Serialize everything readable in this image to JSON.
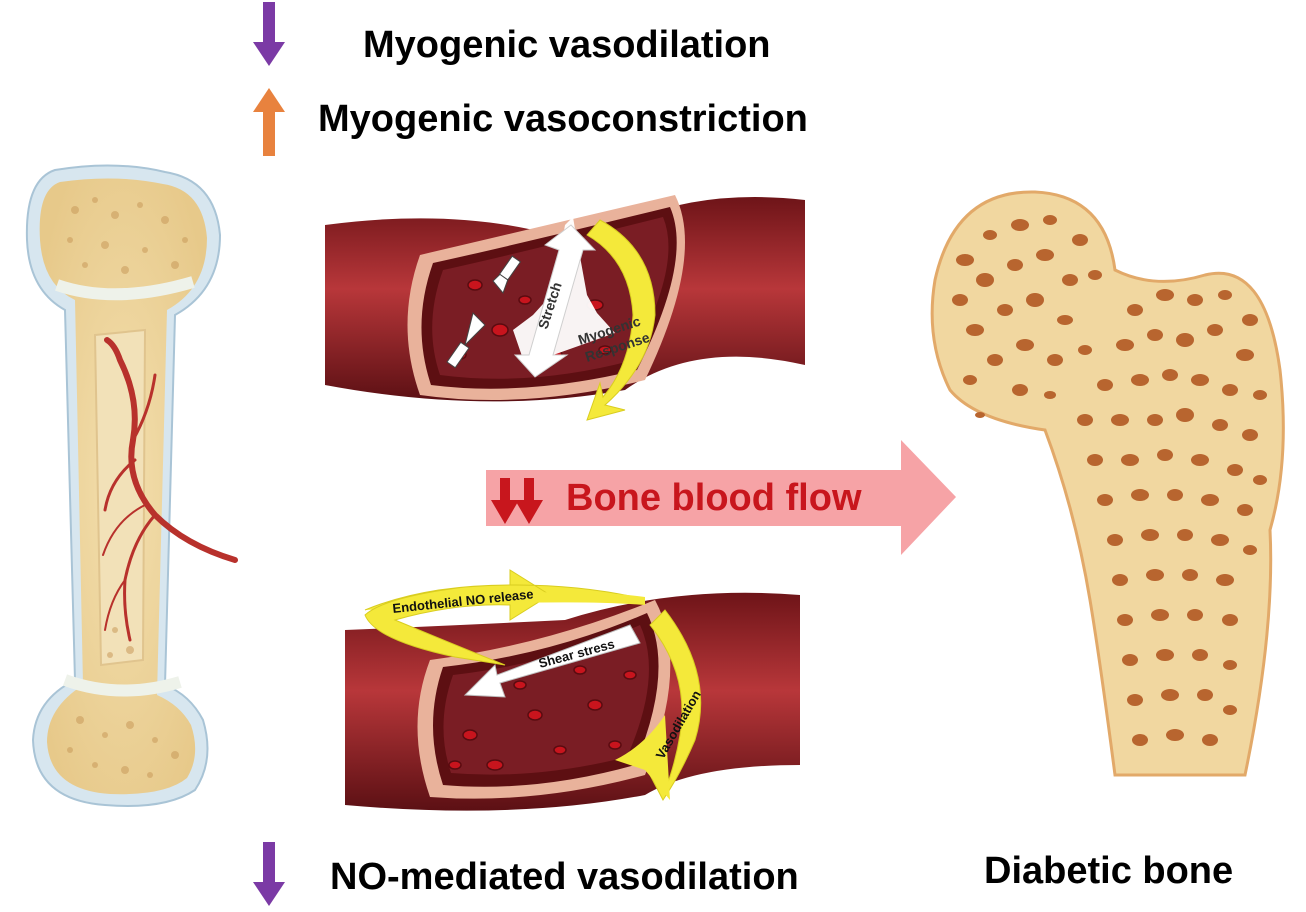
{
  "headings": {
    "myogenic_vasodilation": "Myogenic vasodilation",
    "myogenic_vasoconstriction": "Myogenic vasoconstriction",
    "no_mediated_vasodilation": "NO-mediated vasodilation",
    "diabetic_bone": "Diabetic bone"
  },
  "indicators": {
    "down_arrow_color": "#7b3aa5",
    "up_arrow_color": "#e8823e"
  },
  "center": {
    "flow_label": "Bone blood flow",
    "flow_arrow_color": "#f6a3a6",
    "flow_text_color": "#c8161d"
  },
  "top_vessel": {
    "stretch_label": "Stretch",
    "response_label_1": "Myogenic",
    "response_label_2": "Response"
  },
  "bottom_vessel": {
    "no_release_label": "Endothelial  NO release",
    "shear_label": "Shear stress",
    "vasodilation_label": "Vasodilation"
  },
  "colors": {
    "vessel": "#8e1d22",
    "yellow_arrow": "#f4e93a",
    "bone": "#f1d7a0",
    "pore": "#b8652f"
  }
}
